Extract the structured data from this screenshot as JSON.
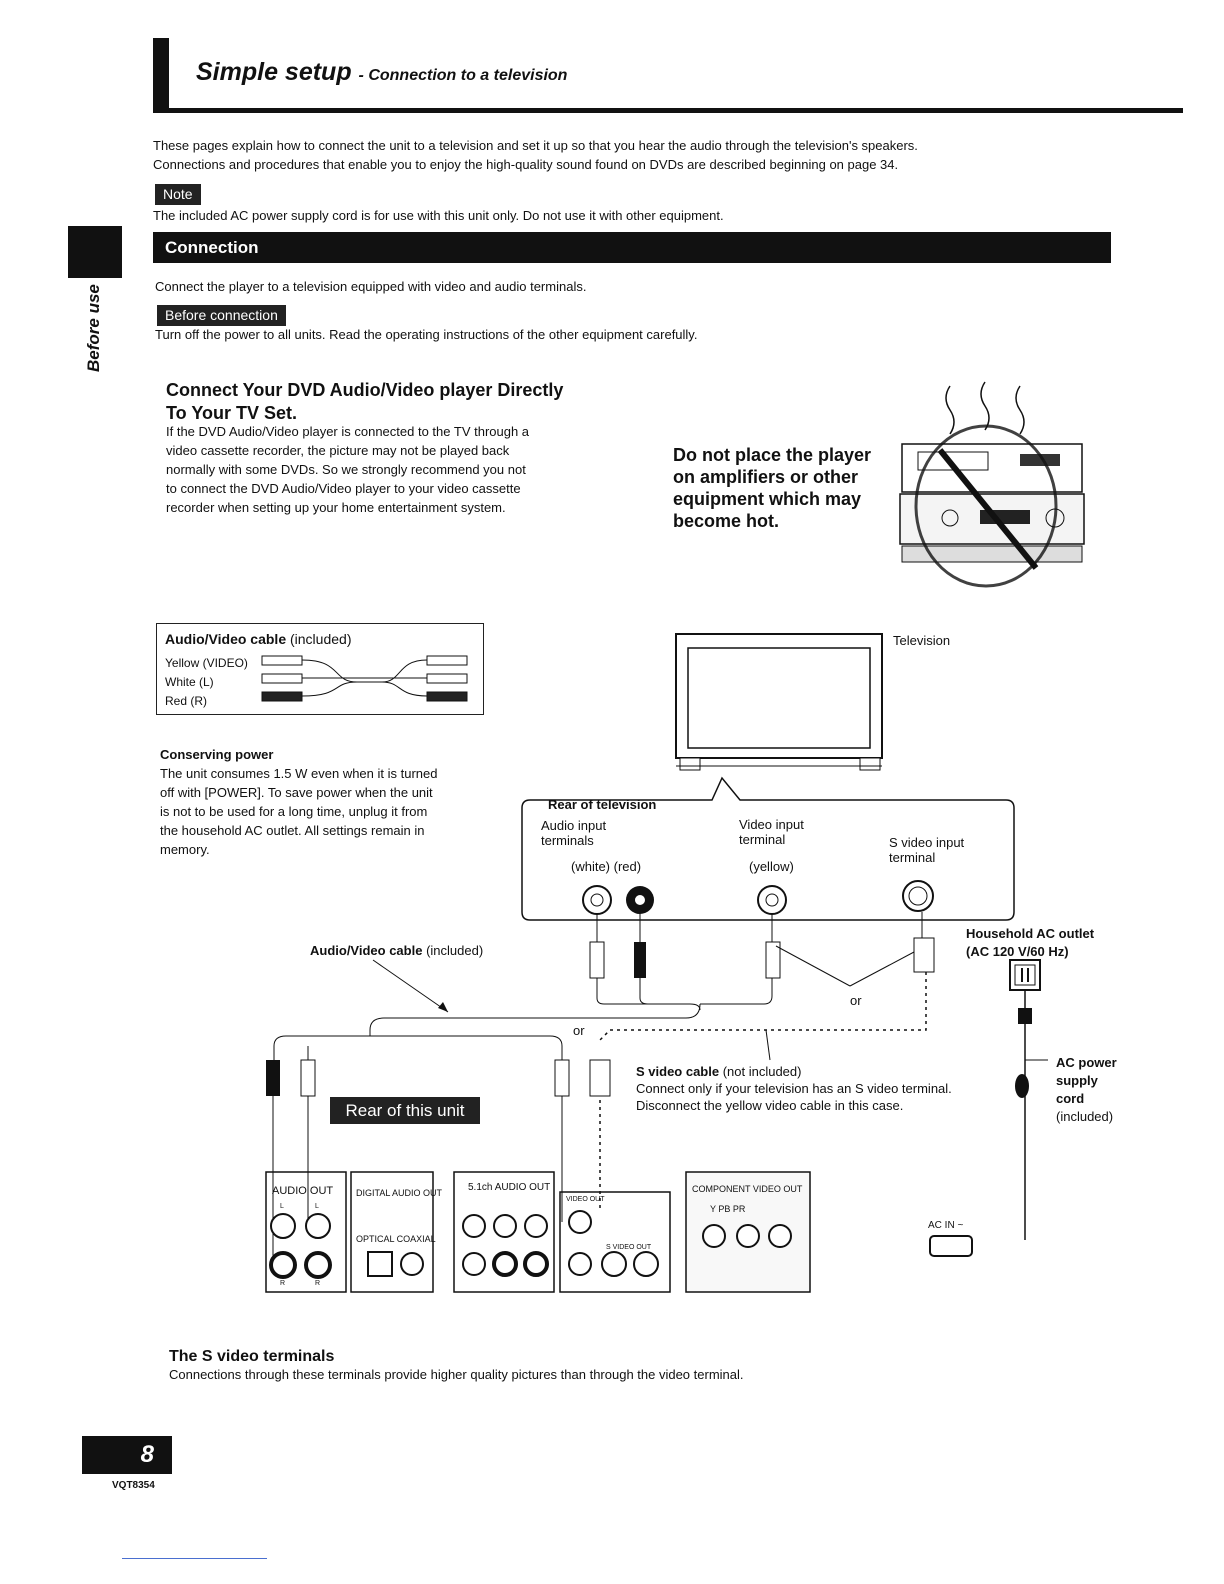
{
  "header": {
    "title_main": "Simple setup",
    "title_sub": "- Connection to a television"
  },
  "intro": {
    "line1": "These pages explain how to connect the unit to a television and set it up so that you hear the audio through the television's speakers.",
    "line2": "Connections and procedures that enable you to enjoy the high-quality sound found on DVDs are described beginning on page 34."
  },
  "note": {
    "tag": "Note",
    "text": "The included AC power supply cord is for use with this unit only. Do not use it with other equipment."
  },
  "connection": {
    "heading": "Connection",
    "text": "Connect the player to a television equipped with video and audio terminals.",
    "before_tag": "Before connection",
    "before_text": "Turn off the power to all units. Read the operating instructions of the other equipment carefully."
  },
  "side_label": "Before use",
  "direct": {
    "heading_line1": "Connect Your DVD Audio/Video player Directly",
    "heading_line2": "To Your TV Set.",
    "body": [
      "If the DVD Audio/Video player is connected to the TV through a",
      "video cassette recorder, the picture may not be played back",
      "normally with some DVDs. So we strongly recommend you not",
      "to connect the DVD Audio/Video player to your video cassette",
      "recorder when setting up your home entertainment system."
    ]
  },
  "warning": {
    "lines": [
      "Do not place the player",
      "on amplifiers or other",
      "equipment which may",
      "become hot."
    ]
  },
  "cable_box": {
    "title_bold": "Audio/Video cable",
    "title_rest": " (included)",
    "rows": [
      "Yellow  (VIDEO)",
      "White   (L)",
      "Red     (R)"
    ]
  },
  "conserving": {
    "heading": "Conserving power",
    "lines": [
      "The unit consumes 1.5 W even when it is turned",
      "off with [POWER]. To save power when the unit",
      "is not to be used for a long time, unplug it from",
      "the household AC outlet. All settings remain in",
      "memory."
    ]
  },
  "diagram": {
    "television": "Television",
    "rear_tv": "Rear of television",
    "audio_input": [
      "Audio input",
      "terminals"
    ],
    "white_red": "(white)   (red)",
    "video_input": [
      "Video input",
      "terminal"
    ],
    "yellow": "(yellow)",
    "svideo_input": [
      "S video input",
      "terminal"
    ],
    "household_ac": [
      "Household AC outlet",
      "(AC 120 V/60 Hz)"
    ],
    "av_cable_bold": "Audio/Video cable",
    "av_cable_rest": " (included)",
    "or1": "or",
    "or2": "or",
    "svideo_cable_bold": "S video cable",
    "svideo_cable_rest": " (not included)",
    "svideo_note1": "Connect only if your television has an S video terminal.",
    "svideo_note2": "Disconnect the yellow video cable in this case.",
    "ac_power": [
      "AC power",
      "supply",
      "cord",
      "(included)"
    ],
    "rear_unit": "Rear of this unit",
    "panel_audio_out": "AUDIO OUT",
    "panel_l": "L",
    "panel_r": "R",
    "panel_digital": "DIGITAL AUDIO OUT",
    "panel_optical": "OPTICAL COAXIAL",
    "panel_51ch": "5.1ch AUDIO OUT",
    "panel_video_out": "VIDEO OUT",
    "panel_svideo_out": "S VIDEO OUT",
    "panel_component": "COMPONENT VIDEO OUT",
    "panel_ypbpr": "Y    PB    PR",
    "panel_acin": "AC IN ~"
  },
  "s_video": {
    "heading": "The S video terminals",
    "text": "Connections through these terminals provide higher quality pictures than through the video terminal."
  },
  "footer": {
    "page": "8",
    "code": "VQT8354"
  }
}
